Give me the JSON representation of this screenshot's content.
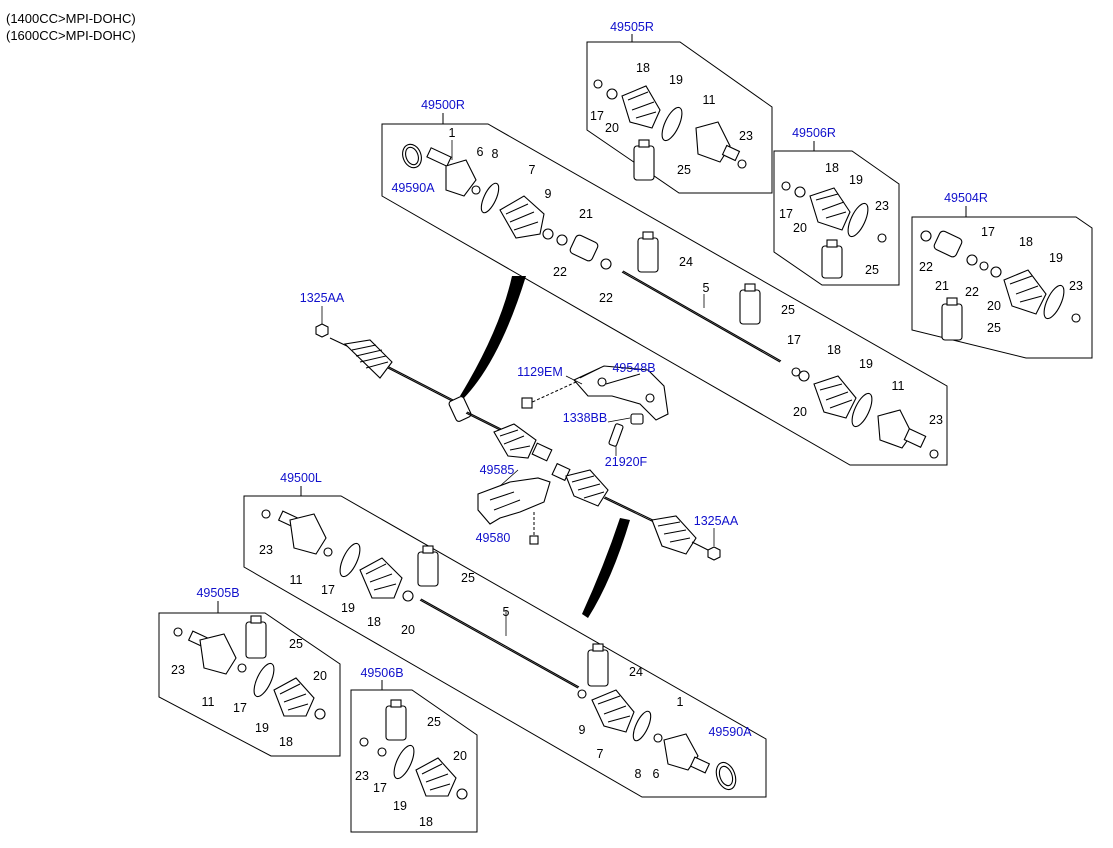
{
  "header": {
    "engine_lines": [
      "(1400CC>MPI-DOHC)",
      "(1600CC>MPI-DOHC)"
    ]
  },
  "groups": {
    "g49505R": {
      "code": "49505R",
      "items": [
        "17",
        "20",
        "18",
        "19",
        "11",
        "23",
        "25"
      ]
    },
    "g49500R": {
      "code": "49500R",
      "items": [
        "1",
        "49590A",
        "6",
        "8",
        "7",
        "9",
        "21",
        "22",
        "22",
        "24",
        "5",
        "25",
        "17",
        "20",
        "18",
        "19",
        "11",
        "23"
      ]
    },
    "g49506R": {
      "code": "49506R",
      "items": [
        "18",
        "19",
        "17",
        "20",
        "23",
        "25"
      ]
    },
    "g49504R": {
      "code": "49504R",
      "items": [
        "22",
        "21",
        "17",
        "22",
        "20",
        "18",
        "19",
        "23",
        "25"
      ]
    },
    "g49500L": {
      "code": "49500L",
      "items": [
        "23",
        "11",
        "17",
        "19",
        "18",
        "25",
        "20",
        "5",
        "24",
        "9",
        "7",
        "1",
        "8",
        "6",
        "49590A"
      ]
    },
    "g49505B": {
      "code": "49505B",
      "items": [
        "23",
        "11",
        "25",
        "17",
        "19",
        "18",
        "20"
      ]
    },
    "g49506B": {
      "code": "49506B",
      "items": [
        "25",
        "23",
        "17",
        "19",
        "20",
        "18"
      ]
    }
  },
  "loose_parts": {
    "p1325AA_top": "1325AA",
    "p1129EM": "1129EM",
    "p49548B": "49548B",
    "p1338BB": "1338BB",
    "p21920F": "21920F",
    "p49585": "49585",
    "p49580": "49580",
    "p1325AA_bottom": "1325AA"
  },
  "colors": {
    "part_code": "#1010cc",
    "part_number": "#000000",
    "lines": "#000000"
  }
}
